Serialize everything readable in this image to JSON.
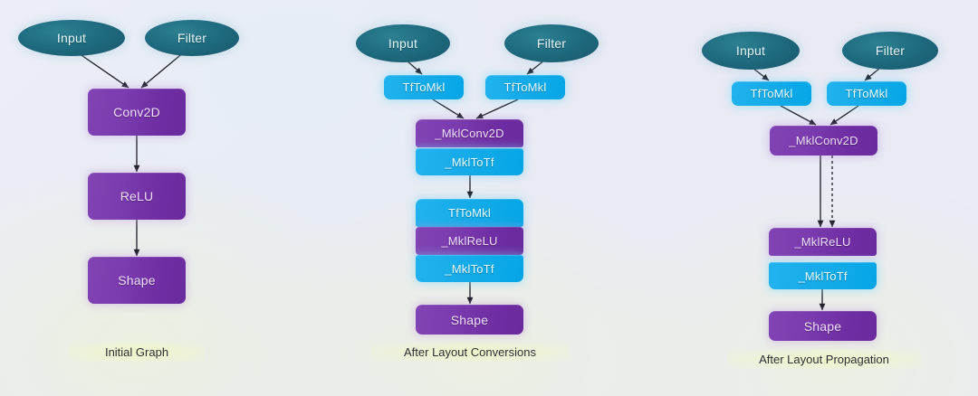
{
  "figure": {
    "background_color": "#e9eaf4",
    "caption_text_color": "#2e2f36",
    "caption_highlight_color": "#f0f6c6"
  },
  "palette": {
    "ellipse_teal": "#1f6c80",
    "node_purple": "#7a3cae",
    "node_cyan": "#17ace9",
    "edge_color": "#1c1c24"
  },
  "panels": [
    {
      "id": "initial-graph",
      "caption": "Initial Graph",
      "nodes": [
        {
          "id": "p1-input",
          "label": "Input",
          "shape": "ellipse",
          "color": "teal"
        },
        {
          "id": "p1-filter",
          "label": "Filter",
          "shape": "ellipse",
          "color": "teal"
        },
        {
          "id": "p1-conv2d",
          "label": "Conv2D",
          "shape": "box",
          "color": "purple"
        },
        {
          "id": "p1-relu",
          "label": "ReLU",
          "shape": "box",
          "color": "purple"
        },
        {
          "id": "p1-shape",
          "label": "Shape",
          "shape": "box",
          "color": "purple"
        }
      ],
      "edges": [
        {
          "from": "p1-input",
          "to": "p1-conv2d",
          "style": "solid"
        },
        {
          "from": "p1-filter",
          "to": "p1-conv2d",
          "style": "solid"
        },
        {
          "from": "p1-conv2d",
          "to": "p1-relu",
          "style": "solid"
        },
        {
          "from": "p1-relu",
          "to": "p1-shape",
          "style": "solid"
        }
      ]
    },
    {
      "id": "after-layout-conversions",
      "caption": "After Layout Conversions",
      "nodes": [
        {
          "id": "p2-input",
          "label": "Input",
          "shape": "ellipse",
          "color": "teal"
        },
        {
          "id": "p2-filter",
          "label": "Filter",
          "shape": "ellipse",
          "color": "teal"
        },
        {
          "id": "p2-tftomkl-1",
          "label": "TfToMkl",
          "shape": "box",
          "color": "cyan"
        },
        {
          "id": "p2-tftomkl-2",
          "label": "TfToMkl",
          "shape": "box",
          "color": "cyan"
        },
        {
          "id": "p2-mklconv2d",
          "label": "_MklConv2D",
          "shape": "box",
          "color": "purple"
        },
        {
          "id": "p2-mkltotf-1",
          "label": "_MklToTf",
          "shape": "box",
          "color": "cyan"
        },
        {
          "id": "p2-tftomkl-3",
          "label": "TfToMkl",
          "shape": "box",
          "color": "cyan"
        },
        {
          "id": "p2-mklrelu",
          "label": "_MklReLU",
          "shape": "box",
          "color": "purple"
        },
        {
          "id": "p2-mkltotf-2",
          "label": "_MklToTf",
          "shape": "box",
          "color": "cyan"
        },
        {
          "id": "p2-shape",
          "label": "Shape",
          "shape": "box",
          "color": "purple"
        }
      ],
      "edges": [
        {
          "from": "p2-input",
          "to": "p2-tftomkl-1",
          "style": "solid"
        },
        {
          "from": "p2-filter",
          "to": "p2-tftomkl-2",
          "style": "solid"
        },
        {
          "from": "p2-tftomkl-1",
          "to": "p2-mklconv2d",
          "style": "solid"
        },
        {
          "from": "p2-tftomkl-2",
          "to": "p2-mklconv2d",
          "style": "solid"
        },
        {
          "from": "p2-mkltotf-1",
          "to": "p2-tftomkl-3",
          "style": "solid"
        },
        {
          "from": "p2-mkltotf-2",
          "to": "p2-shape",
          "style": "solid"
        }
      ]
    },
    {
      "id": "after-layout-propagation",
      "caption": "After Layout Propagation",
      "nodes": [
        {
          "id": "p3-input",
          "label": "Input",
          "shape": "ellipse",
          "color": "teal"
        },
        {
          "id": "p3-filter",
          "label": "Filter",
          "shape": "ellipse",
          "color": "teal"
        },
        {
          "id": "p3-tftomkl-1",
          "label": "TfToMkl",
          "shape": "box",
          "color": "cyan"
        },
        {
          "id": "p3-tftomkl-2",
          "label": "TfToMkl",
          "shape": "box",
          "color": "cyan"
        },
        {
          "id": "p3-mklconv2d",
          "label": "_MklConv2D",
          "shape": "box",
          "color": "purple"
        },
        {
          "id": "p3-mklrelu",
          "label": "_MklReLU",
          "shape": "box",
          "color": "purple"
        },
        {
          "id": "p3-mkltotf",
          "label": "_MklToTf",
          "shape": "box",
          "color": "cyan"
        },
        {
          "id": "p3-shape",
          "label": "Shape",
          "shape": "box",
          "color": "purple"
        }
      ],
      "edges": [
        {
          "from": "p3-input",
          "to": "p3-tftomkl-1",
          "style": "solid"
        },
        {
          "from": "p3-filter",
          "to": "p3-tftomkl-2",
          "style": "solid"
        },
        {
          "from": "p3-tftomkl-1",
          "to": "p3-mklconv2d",
          "style": "solid"
        },
        {
          "from": "p3-tftomkl-2",
          "to": "p3-mklconv2d",
          "style": "solid"
        },
        {
          "from": "p3-mklconv2d",
          "to": "p3-mklrelu",
          "style": "solid"
        },
        {
          "from": "p3-mklconv2d",
          "to": "p3-mklrelu",
          "style": "dashed"
        },
        {
          "from": "p3-mkltotf",
          "to": "p3-shape",
          "style": "solid"
        }
      ]
    }
  ]
}
